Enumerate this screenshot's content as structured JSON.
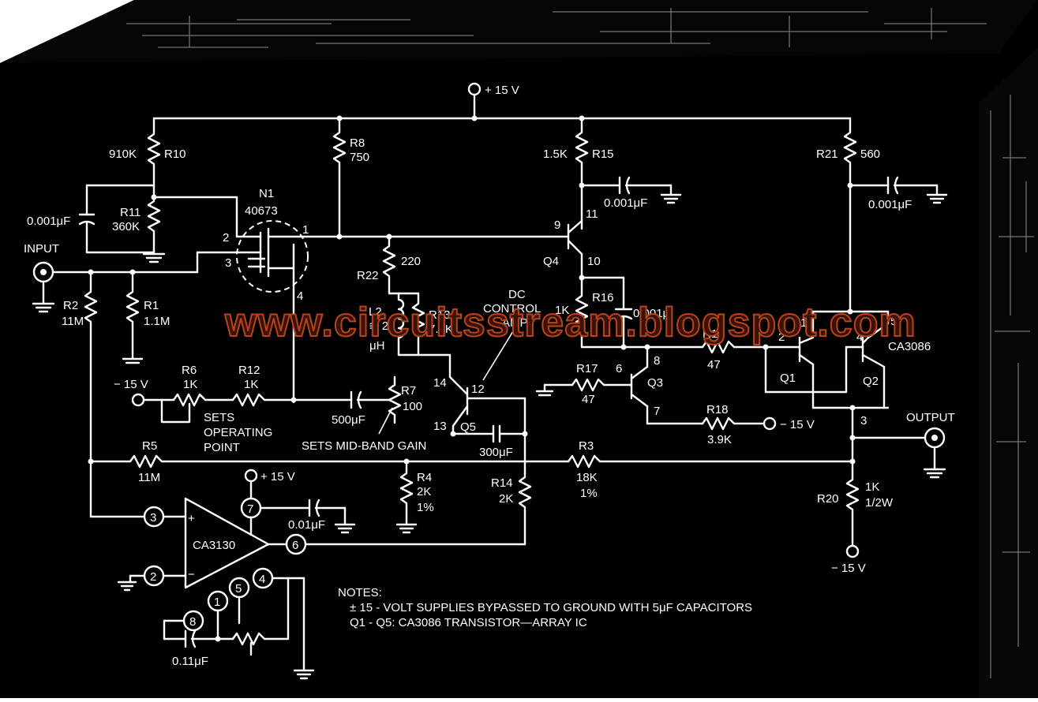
{
  "watermark": "www.circuitsstream.blogspot.com",
  "supplies": {
    "vplus_top": "+ 15 V",
    "vplus_opamp": "+ 15 V",
    "vminus_left": "− 15 V",
    "vminus_r18": "− 15 V",
    "vminus_bottom": "− 15 V"
  },
  "io": {
    "input": "INPUT",
    "output": "OUTPUT"
  },
  "resistors": {
    "r10_value": "910K",
    "r10_ref": "R10",
    "r11_ref": "R11",
    "r11_value": "360K",
    "r8_ref": "R8",
    "r8_value": "750",
    "r15_value": "1.5K",
    "r15_ref": "R15",
    "r21_ref": "R21",
    "r21_value": "560",
    "r22_ref": "R22",
    "r22_value": "220",
    "r13_ref": "R13",
    "r13_value": "7.5K",
    "r16_ref": "R16",
    "r16_value": "1K",
    "r19_ref": "R19",
    "r19_value": "47",
    "r17_ref": "R17",
    "r17_value": "47",
    "r18_ref": "R18",
    "r18_value": "3.9K",
    "r2_ref": "R2",
    "r2_value": "11M",
    "r1_ref": "R1",
    "r1_value": "1.1M",
    "r6_ref": "R6",
    "r6_value": "1K",
    "r12_ref": "R12",
    "r12_value": "1K",
    "r7_ref": "R7",
    "r7_value": "100",
    "r5_ref": "R5",
    "r5_value": "11M",
    "r4_ref": "R4",
    "r4_value": "2K",
    "r4_tol": "1%",
    "r14_ref": "R14",
    "r14_value": "2K",
    "r3_ref": "R3",
    "r3_value": "18K",
    "r3_tol": "1%",
    "r20_ref": "R20",
    "r20_value": "1K",
    "r20_power": "1/2W"
  },
  "capacitors": {
    "c_r11": "0.001μF",
    "c_r15": "0.001μF",
    "c_r21": "0.001μF",
    "c_r16": "0.001μ",
    "c_r7": "500μF",
    "c_q5": "300μF",
    "c_opamp": "0.01μF",
    "c_comp": "0.11μF"
  },
  "inductor": {
    "ref": "L2",
    "approx": "≅ 25",
    "unit": "μH"
  },
  "mosfet": {
    "ref": "N1",
    "part": "40673",
    "pin1": "1",
    "pin2": "2",
    "pin3": "3",
    "pin4": "4"
  },
  "transistors": {
    "q4_ref": "Q4",
    "q4_pin9": "9",
    "q4_pin11": "11",
    "q4_pin10": "10",
    "q3_ref": "Q3",
    "q3_pin6": "6",
    "q3_pin8": "8",
    "q3_pin7": "7",
    "q5_ref": "Q5",
    "q5_pin14": "14",
    "q5_pin12": "12",
    "q5_pin13": "13",
    "q1_ref": "Q1",
    "q2_ref": "Q2",
    "array_ref": "CA3086",
    "pin_1": "1",
    "pin_2": "2",
    "pin_5": "5",
    "pin_4": "4",
    "pin_3": "3"
  },
  "opamp": {
    "ref": "CA3130",
    "plus": "+",
    "minus": "−",
    "pin3": "3",
    "pin2": "2",
    "pin7": "7",
    "pin6": "6",
    "pin4": "4",
    "pin5": "5",
    "pin1": "1",
    "pin8": "8"
  },
  "annotations": {
    "dc_control_amp": [
      "DC",
      "CONTROL",
      "AMP"
    ],
    "sets_operating_point": [
      "SETS",
      "OPERATING",
      "POINT"
    ],
    "sets_mid_band_gain": "SETS MID-BAND GAIN"
  },
  "notes": {
    "title": "NOTES:",
    "line1": "± 15 - VOLT SUPPLIES BYPASSED TO GROUND WITH 5μF CAPACITORS",
    "line2": "Q1 - Q5: CA3086 TRANSISTOR—ARRAY IC"
  },
  "colors": {
    "background_white": "#ffffff",
    "box_black": "#000000",
    "ink": "#ffffff",
    "watermark_fill": "#3a1208",
    "watermark_stroke": "#b8431c"
  }
}
